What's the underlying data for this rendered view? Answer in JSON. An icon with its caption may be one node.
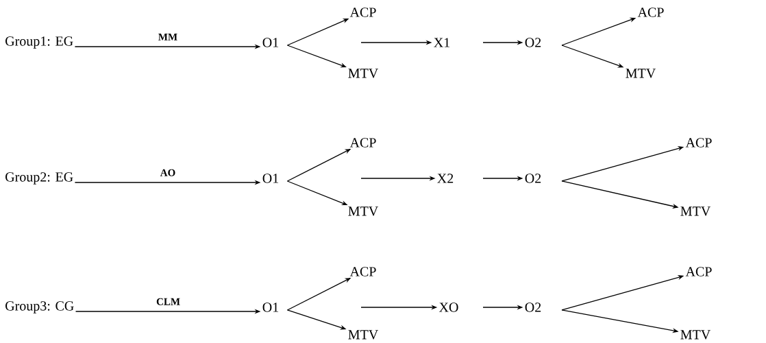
{
  "diagram": {
    "nodes": [
      {
        "text": [
          "Group1: EG"
        ]
      },
      {
        "text": [
          "O1"
        ]
      },
      {
        "text": [
          "ACP"
        ]
      },
      {
        "text": [
          "MTV"
        ]
      },
      {
        "text": [
          "X1"
        ]
      },
      {
        "text": [
          "O2"
        ]
      },
      {
        "text": [
          "ACP"
        ]
      },
      {
        "text": [
          "MTV"
        ]
      },
      {
        "text": [
          "Group2: EG"
        ]
      },
      {
        "text": [
          "O1"
        ]
      },
      {
        "text": [
          "ACP"
        ]
      },
      {
        "text": [
          "MTV"
        ]
      },
      {
        "text": [
          "X2"
        ]
      },
      {
        "text": [
          "O2"
        ]
      },
      {
        "text": [
          "ACP"
        ]
      },
      {
        "text": [
          "MTV"
        ]
      },
      {
        "text": [
          "Group3: CG"
        ]
      },
      {
        "text": [
          "O1"
        ]
      },
      {
        "text": [
          "ACP"
        ]
      },
      {
        "text": [
          "MTV"
        ]
      },
      {
        "text": [
          "XO"
        ]
      },
      {
        "text": [
          "O2"
        ]
      },
      {
        "text": [
          "ACP"
        ]
      },
      {
        "text": [
          "MTV"
        ]
      }
    ],
    "edges": [
      {
        "from": 0,
        "to": 1,
        "arrow": "to",
        "label": "MM"
      },
      {
        "from": 1,
        "to": 2,
        "arrow": "to"
      },
      {
        "from": 1,
        "to": 3,
        "arrow": "to"
      },
      {
        "from": null,
        "to": 4,
        "arrow": "to"
      },
      {
        "from": null,
        "to": 5,
        "arrow": "to"
      },
      {
        "from": null,
        "to": 6,
        "arrow": "to"
      },
      {
        "from": null,
        "to": 7,
        "arrow": "to"
      },
      {
        "from": 8,
        "to": 9,
        "arrow": "to",
        "label": "AO"
      },
      {
        "from": 9,
        "to": 10,
        "arrow": "to"
      },
      {
        "from": 9,
        "to": 11,
        "arrow": "to"
      },
      {
        "from": null,
        "to": 12,
        "arrow": "to"
      },
      {
        "from": null,
        "to": 13,
        "arrow": "to"
      },
      {
        "from": null,
        "to": 14,
        "arrow": "to"
      },
      {
        "from": null,
        "to": 15,
        "arrow": "to"
      },
      {
        "from": 16,
        "to": 17,
        "arrow": "to",
        "label": "CLM"
      },
      {
        "from": 17,
        "to": 18,
        "arrow": "to"
      },
      {
        "from": 17,
        "to": 19,
        "arrow": "to"
      },
      {
        "from": null,
        "to": 20,
        "arrow": "to"
      },
      {
        "from": null,
        "to": 21,
        "arrow": "to"
      },
      {
        "from": null,
        "to": 22,
        "arrow": "to"
      },
      {
        "from": null,
        "to": 23,
        "arrow": "to"
      }
    ]
  }
}
